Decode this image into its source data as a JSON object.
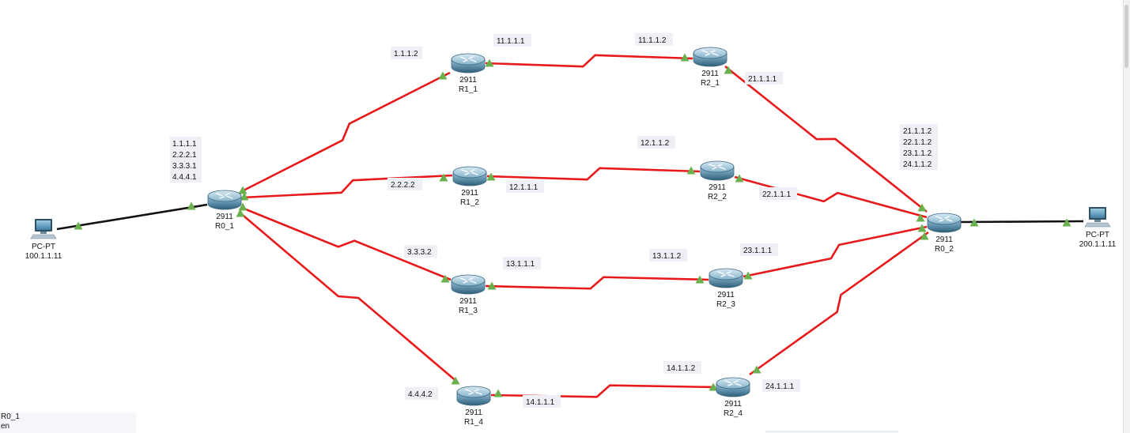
{
  "colors": {
    "serial_link": "#e8191b",
    "ethernet_link": "#111111",
    "port_up": "#6ab04c",
    "label_bg": "#eef0f6"
  },
  "devices": [
    {
      "id": "R0_1",
      "kind": "router",
      "model": "2911",
      "name": "R0_1"
    },
    {
      "id": "R0_2",
      "kind": "router",
      "model": "2911",
      "name": "R0_2"
    },
    {
      "id": "R1_1",
      "kind": "router",
      "model": "2911",
      "name": "R1_1"
    },
    {
      "id": "R1_2",
      "kind": "router",
      "model": "2911",
      "name": "R1_2"
    },
    {
      "id": "R1_3",
      "kind": "router",
      "model": "2911",
      "name": "R1_3"
    },
    {
      "id": "R1_4",
      "kind": "router",
      "model": "2911",
      "name": "R1_4"
    },
    {
      "id": "R2_1",
      "kind": "router",
      "model": "2911",
      "name": "R2_1"
    },
    {
      "id": "R2_2",
      "kind": "router",
      "model": "2911",
      "name": "R2_2"
    },
    {
      "id": "R2_3",
      "kind": "router",
      "model": "2911",
      "name": "R2_3"
    },
    {
      "id": "R2_4",
      "kind": "router",
      "model": "2911",
      "name": "R2_4"
    },
    {
      "id": "PC1",
      "kind": "pc",
      "model": "PC-PT",
      "name": "100.1.1.11"
    },
    {
      "id": "PC2",
      "kind": "pc",
      "model": "PC-PT",
      "name": "200.1.1.11"
    }
  ],
  "links": [
    {
      "type": "ethernet",
      "from": "PC1",
      "to": "R0_1"
    },
    {
      "type": "ethernet",
      "from": "R0_2",
      "to": "PC2"
    },
    {
      "type": "serial",
      "from": "R0_1",
      "to": "R1_1"
    },
    {
      "type": "serial",
      "from": "R0_1",
      "to": "R1_2"
    },
    {
      "type": "serial",
      "from": "R0_1",
      "to": "R1_3"
    },
    {
      "type": "serial",
      "from": "R0_1",
      "to": "R1_4"
    },
    {
      "type": "serial",
      "from": "R1_1",
      "to": "R2_1"
    },
    {
      "type": "serial",
      "from": "R1_2",
      "to": "R2_2"
    },
    {
      "type": "serial",
      "from": "R1_3",
      "to": "R2_3"
    },
    {
      "type": "serial",
      "from": "R1_4",
      "to": "R2_4"
    },
    {
      "type": "serial",
      "from": "R2_1",
      "to": "R0_2"
    },
    {
      "type": "serial",
      "from": "R2_2",
      "to": "R0_2"
    },
    {
      "type": "serial",
      "from": "R2_3",
      "to": "R0_2"
    },
    {
      "type": "serial",
      "from": "R2_4",
      "to": "R0_2"
    }
  ],
  "ip_labels": {
    "r0_1_addrs": [
      "1.1.1.1",
      "2.2.2.1",
      "3.3.3.1",
      "4.4.4.1"
    ],
    "r0_2_addrs": [
      "21.1.1.2",
      "22.1.1.2",
      "23.1.1.2",
      "24.1.1.2"
    ],
    "r1_1_a": "1.1.1.2",
    "r1_1_b": "11.1.1.1",
    "r2_1_a": "11.1.1.2",
    "r2_1_b": "21.1.1.1",
    "r1_2_a": "2.2.2.2",
    "r1_2_b": "12.1.1.1",
    "r2_2_a": "12.1.1.2",
    "r2_2_b": "22.1.1.1",
    "r1_3_a": "3.3.3.2",
    "r1_3_b": "13.1.1.1",
    "r2_3_a": "13.1.1.2",
    "r2_3_b": "23.1.1.1",
    "r1_4_a": "4.4.4.2",
    "r1_4_b": "14.1.1.1",
    "r2_4_a": "14.1.1.2",
    "r2_4_b": "24.1.1.1"
  },
  "console": {
    "lines": [
      "R0_1",
      "en"
    ]
  }
}
